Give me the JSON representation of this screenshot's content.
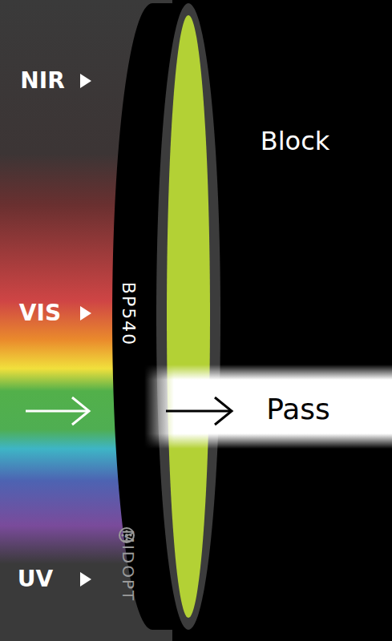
{
  "diagram": {
    "labels": [
      "NIR",
      "VIS",
      "UV",
      "Block",
      "Pass",
      "BP540",
      "MIDOPT"
    ]
  }
}
